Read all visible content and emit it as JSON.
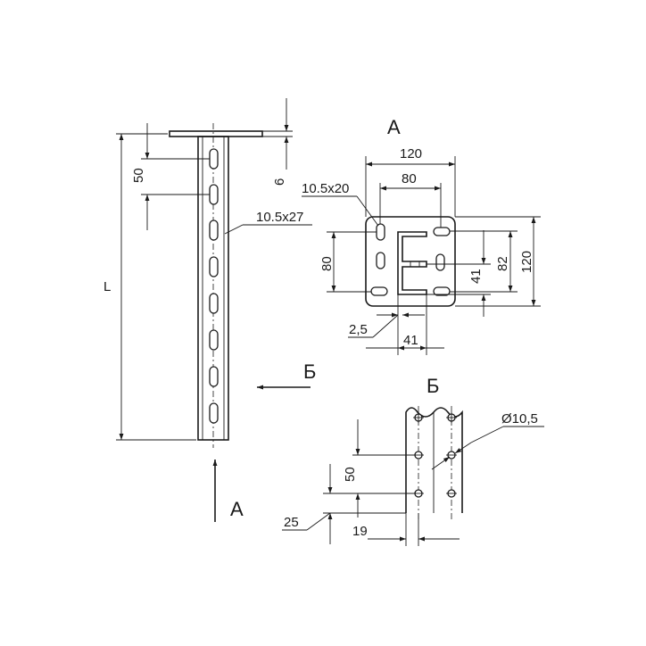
{
  "main_view": {
    "length_label": "L",
    "pitch_label": "50",
    "plate_thickness_label": "6",
    "slot_label": "10.5x27",
    "view_arrow_side_label": "Б",
    "view_arrow_bottom_label": "A"
  },
  "view_a": {
    "title": "A",
    "plate_width_label": "120",
    "slot_spacing_label": "80",
    "slot_label": "10.5x20",
    "left_spacing_label": "80",
    "profile_height_label": "82",
    "plate_height_label": "120",
    "profile_width_label": "41",
    "profile_depth_label": "41",
    "wall_thickness_label": "2,5"
  },
  "view_b": {
    "title": "Б",
    "hole_label": "Ø10,5",
    "pitch_label": "50",
    "end_offset_label": "25",
    "hole_spacing_label": "19"
  }
}
